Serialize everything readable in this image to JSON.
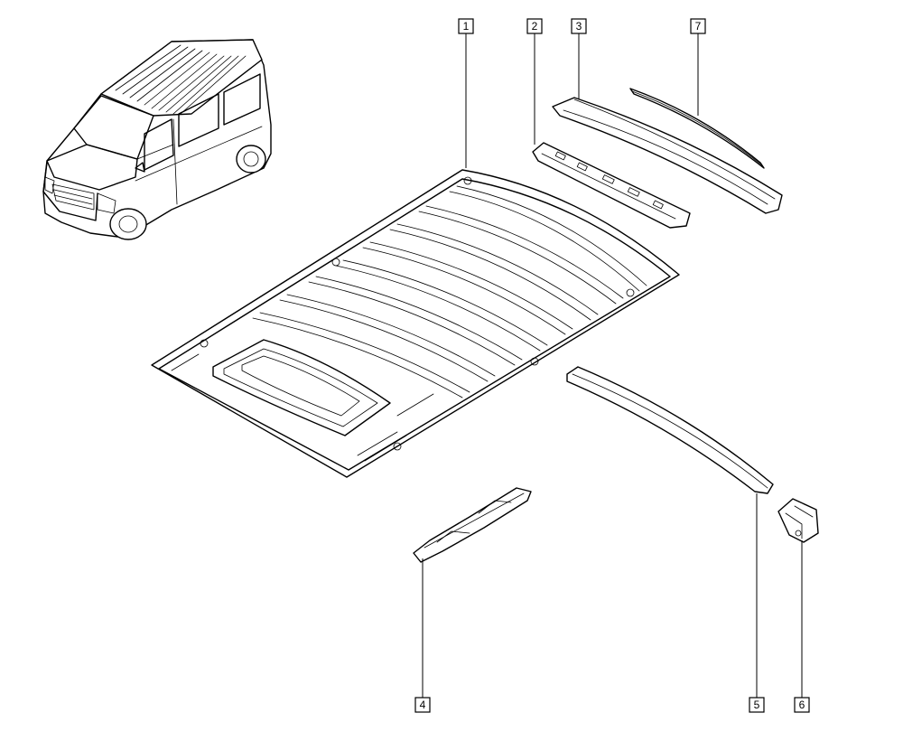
{
  "callouts": [
    {
      "id": "1",
      "label": "1"
    },
    {
      "id": "2",
      "label": "2"
    },
    {
      "id": "3",
      "label": "3"
    },
    {
      "id": "7",
      "label": "7"
    },
    {
      "id": "4",
      "label": "4"
    },
    {
      "id": "5",
      "label": "5"
    },
    {
      "id": "6",
      "label": "6"
    }
  ]
}
